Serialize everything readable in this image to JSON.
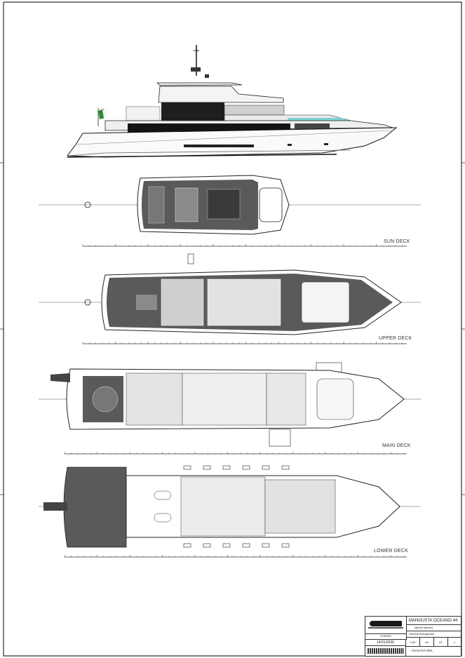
{
  "decks": {
    "sun": "SUN DECK",
    "upper": "UPPER DECK",
    "main": "MAIN DECK",
    "lower": "LOWER DECK"
  },
  "title_block": {
    "project": "MANGUSTA OCEANO 44",
    "designer": "Alberto Mancini",
    "drawing": "General Arrangement",
    "subtitle": "OCEANO",
    "date": "14/01/2026",
    "scale": "1:50",
    "format": "A3",
    "rev": "01",
    "sheet": "1",
    "code": "OV44-GA-R01"
  },
  "colors": {
    "deck_fill": "#555555",
    "hull_line": "#222222",
    "frame": "#000000",
    "flag_green": "#2e8b3a",
    "flag_red": "#c0392b"
  }
}
